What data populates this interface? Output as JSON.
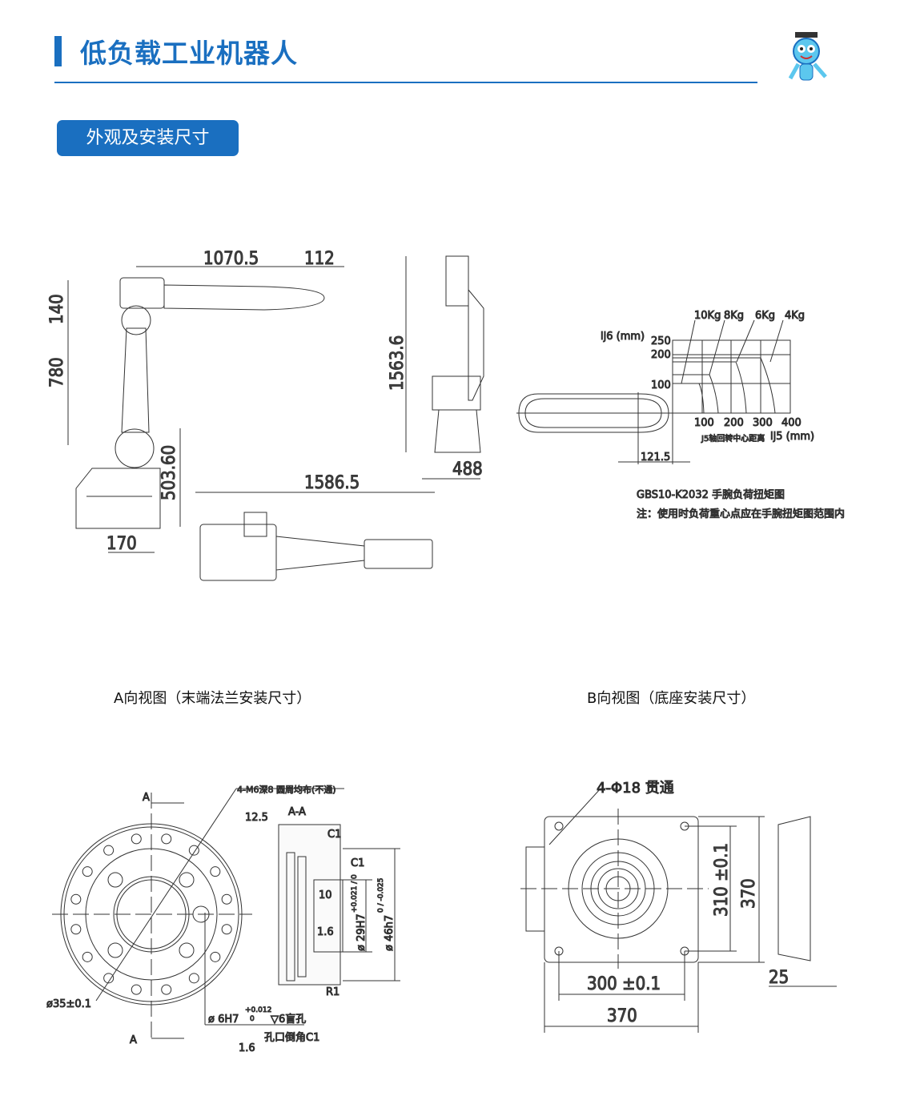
{
  "header": {
    "title": "低负载工业机器人",
    "section_badge": "外观及安装尺寸"
  },
  "colors": {
    "brand": "#1a6fc0"
  },
  "robot_views": {
    "dims": {
      "reach": "1070.5",
      "wrist": "112",
      "d140": "140",
      "d780": "780",
      "d503": "503.60",
      "d170": "170",
      "height": "1563.6",
      "base_depth": "488",
      "length": "1586.5"
    }
  },
  "torque_chart": {
    "y_label": "lj6 (mm)",
    "x_label": "lj5 (mm)",
    "x_sub_label": "J5轴回转中心距离",
    "y_ticks": [
      "250",
      "200",
      "100"
    ],
    "x_ticks": [
      "100",
      "200",
      "300",
      "400"
    ],
    "loads": [
      "10Kg",
      "8Kg",
      "6Kg",
      "4Kg"
    ],
    "offset": "121.5",
    "title": "GBS10-K2032 手腕负荷扭矩图",
    "note": "注：使用时负荷重心点应在手腕扭矩图范围内"
  },
  "view_a": {
    "caption": "A向视图（末端法兰安装尺寸）",
    "section_mark": "A",
    "section_title": "A-A",
    "thread_note": "4-M6深8 圆周均布(不通)",
    "roughness1": "12.5",
    "roughness2": "1.6",
    "roughness3": "1.6",
    "pcd": "ø35±0.1",
    "pin_hole": "ø 6H7",
    "pin_tol_up": "+0.012",
    "pin_tol_low": "0",
    "pin_depth": "▽6盲孔",
    "chamfer_note": "孔口倒角C1",
    "c1a": "C1",
    "c1b": "C1",
    "r1": "R1",
    "depth10": "10",
    "bore": "ø 29H7",
    "bore_tol": "+0.021 / 0",
    "spigot": "ø 46h7",
    "spigot_tol": "0 / -0.025"
  },
  "view_b": {
    "caption": "B向视图（底座安装尺寸）",
    "holes": "4-Φ18 贯通",
    "d310": "310 ±0.1",
    "d370v": "370",
    "d300": "300 ±0.1",
    "d370h": "370",
    "d25": "25"
  }
}
